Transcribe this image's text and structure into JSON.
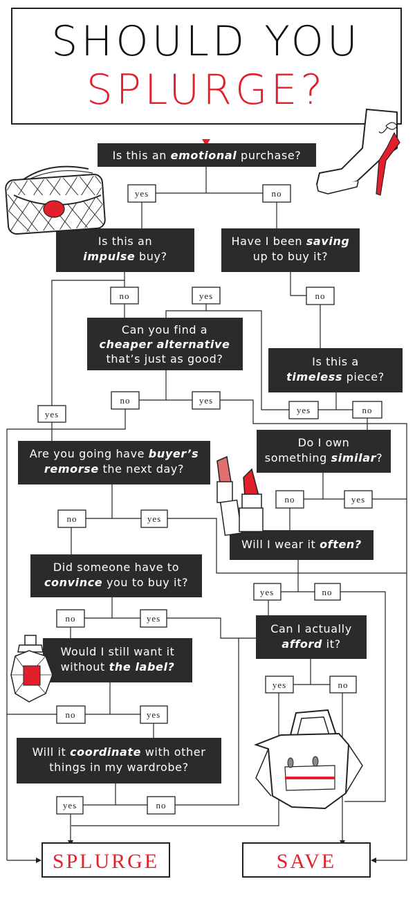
{
  "header": {
    "line1": "SHOULD YOU",
    "line2": "SPLURGE?",
    "accent_color": "#e2202c"
  },
  "questions": {
    "q1": [
      {
        "t": "Is this an "
      },
      {
        "t": "emotional",
        "i": true
      },
      {
        "t": " purchase?"
      }
    ],
    "q2a": [
      {
        "t": "Is this an"
      }
    ],
    "q2b": [
      {
        "t": "impulse",
        "i": true
      },
      {
        "t": " buy?"
      }
    ],
    "q3a": [
      {
        "t": "Have I been "
      },
      {
        "t": "saving",
        "i": true
      }
    ],
    "q3b": [
      {
        "t": "up to buy it?"
      }
    ],
    "q4a": [
      {
        "t": "Can you find a"
      }
    ],
    "q4b": [
      {
        "t": "cheaper alternative",
        "i": true
      }
    ],
    "q4c": [
      {
        "t": "that’s just as good?"
      }
    ],
    "q5a": [
      {
        "t": "Is this a"
      }
    ],
    "q5b": [
      {
        "t": "timeless",
        "i": true
      },
      {
        "t": " piece?"
      }
    ],
    "q6a": [
      {
        "t": "Do I own"
      }
    ],
    "q6b": [
      {
        "t": "something "
      },
      {
        "t": "similar",
        "i": true
      },
      {
        "t": "?"
      }
    ],
    "q7a": [
      {
        "t": "Are you going have "
      },
      {
        "t": "buyer’s",
        "i": true
      }
    ],
    "q7b": [
      {
        "t": "remorse",
        "i": true
      },
      {
        "t": " the next day?"
      }
    ],
    "q8": [
      {
        "t": "Will I wear it "
      },
      {
        "t": "often?",
        "i": true
      }
    ],
    "q9a": [
      {
        "t": "Did someone have to"
      }
    ],
    "q9b": [
      {
        "t": "convince",
        "i": true
      },
      {
        "t": " you to buy it?"
      }
    ],
    "q10a": [
      {
        "t": "Can I actually"
      }
    ],
    "q10b": [
      {
        "t": "afford",
        "i": true
      },
      {
        "t": " it?"
      }
    ],
    "q11a": [
      {
        "t": "Would I still want it"
      }
    ],
    "q11b": [
      {
        "t": "without "
      },
      {
        "t": "the label?",
        "i": true
      }
    ],
    "q12a": [
      {
        "t": "Will it "
      },
      {
        "t": "coordinate",
        "i": true
      },
      {
        "t": " with other"
      }
    ],
    "q12b": [
      {
        "t": "things in my wardrobe?"
      }
    ]
  },
  "labels": {
    "yes": "yes",
    "no": "no"
  },
  "results": {
    "splurge": "SPLURGE",
    "save": "SAVE"
  }
}
